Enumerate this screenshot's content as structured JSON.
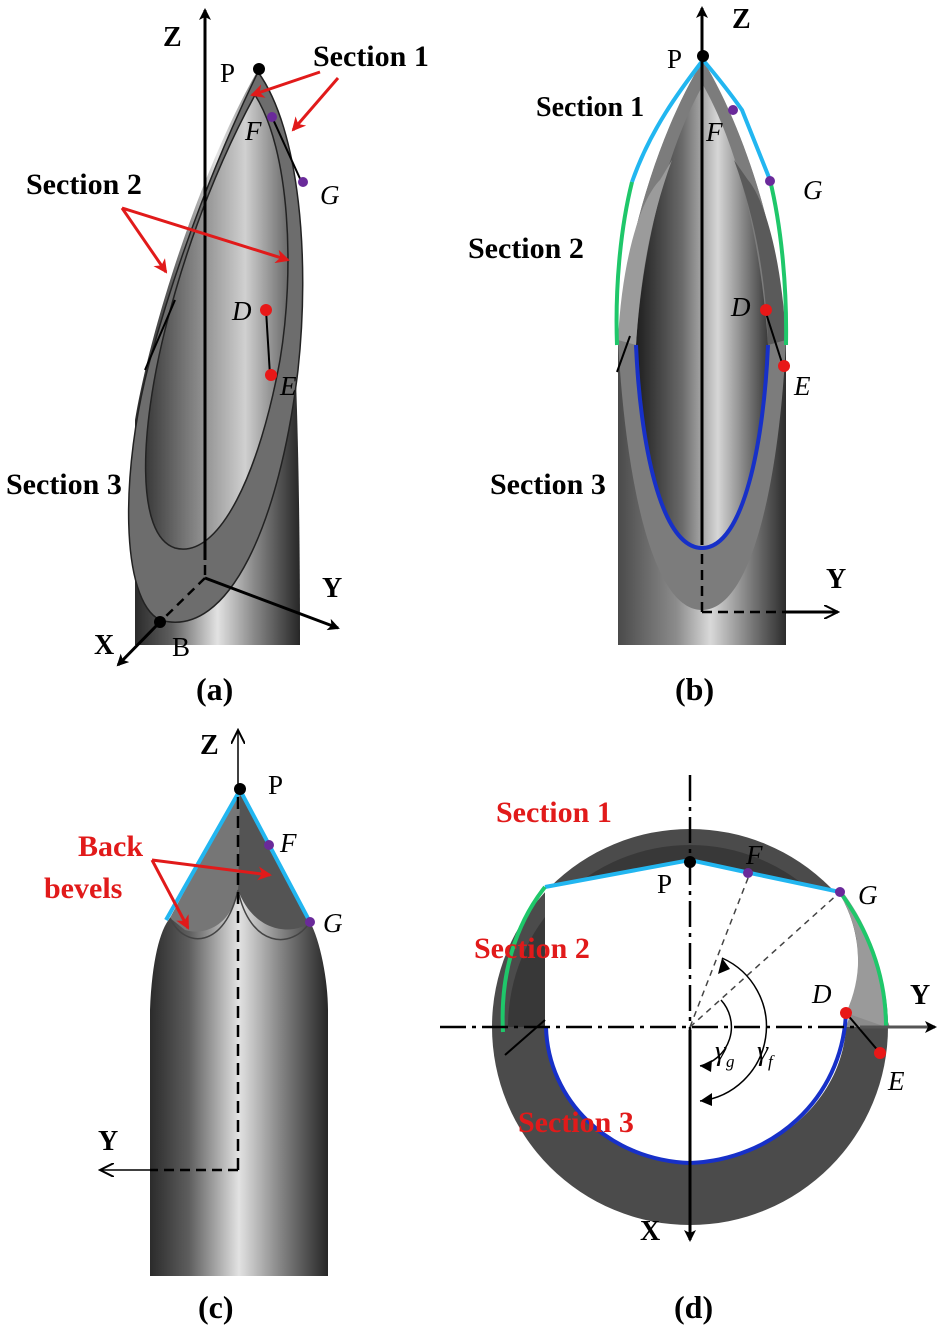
{
  "colors": {
    "section1_edge": "#22b6f0",
    "section2_edge": "#1fc76a",
    "section3_edge": "#1730c8",
    "annotation": "#e11a1a",
    "point_purple": "#6a2a9a",
    "point_red": "#e81818",
    "point_black": "#000000"
  },
  "panel_a": {
    "caption": "(a)",
    "section1": "Section 1",
    "section2": "Section 2",
    "section3": "Section 3",
    "axis_z": "Z",
    "axis_y": "Y",
    "axis_x": "X",
    "point_p": "P",
    "point_f": "F",
    "point_g": "G",
    "point_d": "D",
    "point_e": "E",
    "point_b": "B"
  },
  "panel_b": {
    "caption": "(b)",
    "section1": "Section 1",
    "section2": "Section 2",
    "section3": "Section 3",
    "axis_z": "Z",
    "axis_y": "Y",
    "point_p": "P",
    "point_f": "F",
    "point_g": "G",
    "point_d": "D",
    "point_e": "E"
  },
  "panel_c": {
    "caption": "(c)",
    "back_bevels_line1": "Back",
    "back_bevels_line2": "bevels",
    "axis_z": "Z",
    "axis_y": "Y",
    "point_p": "P",
    "point_f": "F",
    "point_g": "G"
  },
  "panel_d": {
    "caption": "(d)",
    "section1": "Section 1",
    "section2": "Section 2",
    "section3": "Section 3",
    "axis_x": "X",
    "axis_y": "Y",
    "point_p": "P",
    "point_f": "F",
    "point_g": "G",
    "point_d": "D",
    "point_e": "E",
    "gamma": "γ",
    "sub_g": "g",
    "sub_f": "f"
  }
}
